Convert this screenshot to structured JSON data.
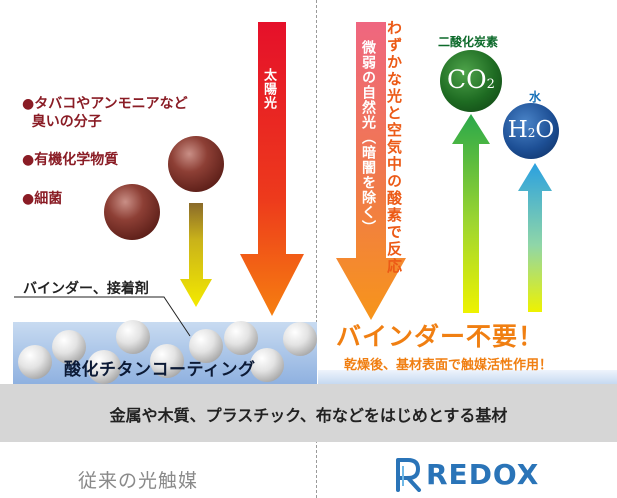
{
  "left": {
    "sunlight_label": "太陽光",
    "pollutants": [
      "●タバコやアンモニアなど\n  臭いの分子",
      "●有機化学物質",
      "●細菌"
    ],
    "binder_label": "バインダー、接着剤",
    "coating_label": "酸化チタンコーティング",
    "footer_label": "従来の光触媒"
  },
  "right": {
    "weak_light_label": "微弱の自然光（暗闇を除く）",
    "reaction_label": "わずかな光と空気中の酸素で反応",
    "co2_caption": "二酸化炭素",
    "co2_formula": "CO",
    "co2_subscript": "2",
    "h2o_caption": "水",
    "h2o_formula_h": "H",
    "h2o_subscript": "2",
    "h2o_formula_o": "O",
    "binder_free_headline": "バインダー不要！",
    "binder_free_note": "乾燥後、基材表面で触媒活性作用！",
    "brand_name": "REDOX"
  },
  "substrate_label": "金属や木質、プラスチック、布などをはじめとする基材"
}
